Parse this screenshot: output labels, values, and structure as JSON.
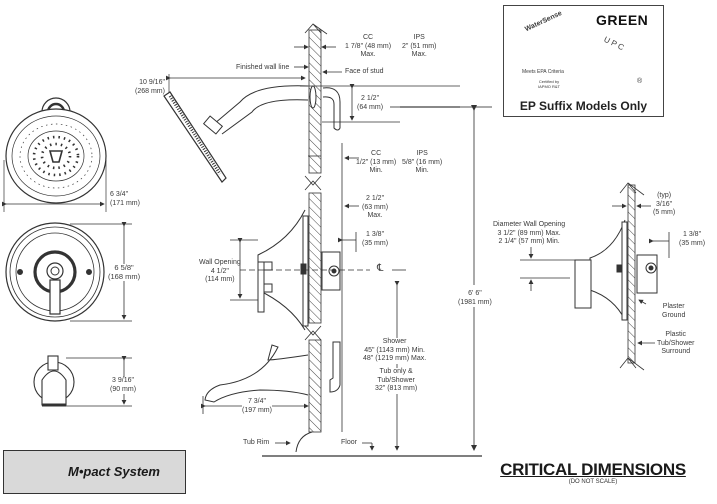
{
  "certification": {
    "watersense_ring_text": "WaterSense",
    "watersense_sub_text": "Meets EPA Criteria",
    "certified_by": "Certified by",
    "certifier": "IAPMO R&T",
    "green_label": "GREEN",
    "upc_label": "U P C",
    "registered_mark": "®",
    "ep_note": "EP Suffix Models Only"
  },
  "front_views": {
    "showerhead_width": {
      "imperial": "6 3/4\"",
      "metric": "(171 mm)"
    },
    "trim_height": {
      "imperial": "6 5/8\"",
      "metric": "(168 mm)"
    },
    "spout_height": {
      "imperial": "3 9/16\"",
      "metric": "(90 mm)"
    }
  },
  "side_view": {
    "showerhead_reach": {
      "imperial": "10 9/16\"",
      "metric": "(268 mm)"
    },
    "finished_wall_line": "Finished wall line",
    "face_of_stud": "Face of stud",
    "cc_max": {
      "title": "CC",
      "value": "1 7/8\" (48 mm)",
      "note": "Max."
    },
    "ips_max": {
      "title": "IPS",
      "value": "2\" (51 mm)",
      "note": "Max."
    },
    "arm_drop": {
      "imperial": "2 1/2\"",
      "metric": "(64 mm)"
    },
    "cc_min": {
      "title": "CC",
      "value": "1/2\" (13 mm)",
      "note": "Min."
    },
    "ips_min": {
      "title": "IPS",
      "value": "5/8\" (16 mm)",
      "note": "Min."
    },
    "valve_depth_max": {
      "imperial": "2 1/2\"",
      "metric": "(63 mm)",
      "note": "Max."
    },
    "valve_offset": {
      "imperial": "1 3/8\"",
      "metric": "(35 mm)"
    },
    "wall_opening": {
      "title": "Wall Opening",
      "imperial": "4 1/2\"",
      "metric": "(114 mm)"
    },
    "centerline_symbol": "℄",
    "shower_height": {
      "title": "Shower",
      "min": "45\" (1143 mm) Min.",
      "max": "48\" (1219 mm)  Max."
    },
    "tub_height": {
      "title1": "Tub only &",
      "title2": "Tub/Shower",
      "value": "32\" (813 mm)"
    },
    "overall_height": {
      "imperial": "6' 6\"",
      "metric": "(1981 mm)"
    },
    "spout_reach": {
      "imperial": "7 3/4\"",
      "metric": "(197 mm)"
    },
    "tub_rim": "Tub Rim",
    "floor": "Floor"
  },
  "detail_view": {
    "diameter_opening": {
      "title": "Diameter Wall Opening",
      "max": "3 1/2\" (89 mm) Max.",
      "min": "2 1/4\" (57 mm) Min."
    },
    "thickness": {
      "note": "(typ)",
      "imperial": "3/16\"",
      "metric": "(5 mm)"
    },
    "valve_offset": {
      "imperial": "1 3/8\"",
      "metric": "(35 mm)"
    },
    "plaster_ground": {
      "line1": "Plaster",
      "line2": "Ground"
    },
    "surround": {
      "line1": "Plastic",
      "line2": "Tub/Shower",
      "line3": "Surround"
    }
  },
  "branding": {
    "system_name": "M•pact System"
  },
  "title_block": {
    "title": "CRITICAL DIMENSIONS",
    "subtitle": "(DO NOT SCALE)"
  }
}
